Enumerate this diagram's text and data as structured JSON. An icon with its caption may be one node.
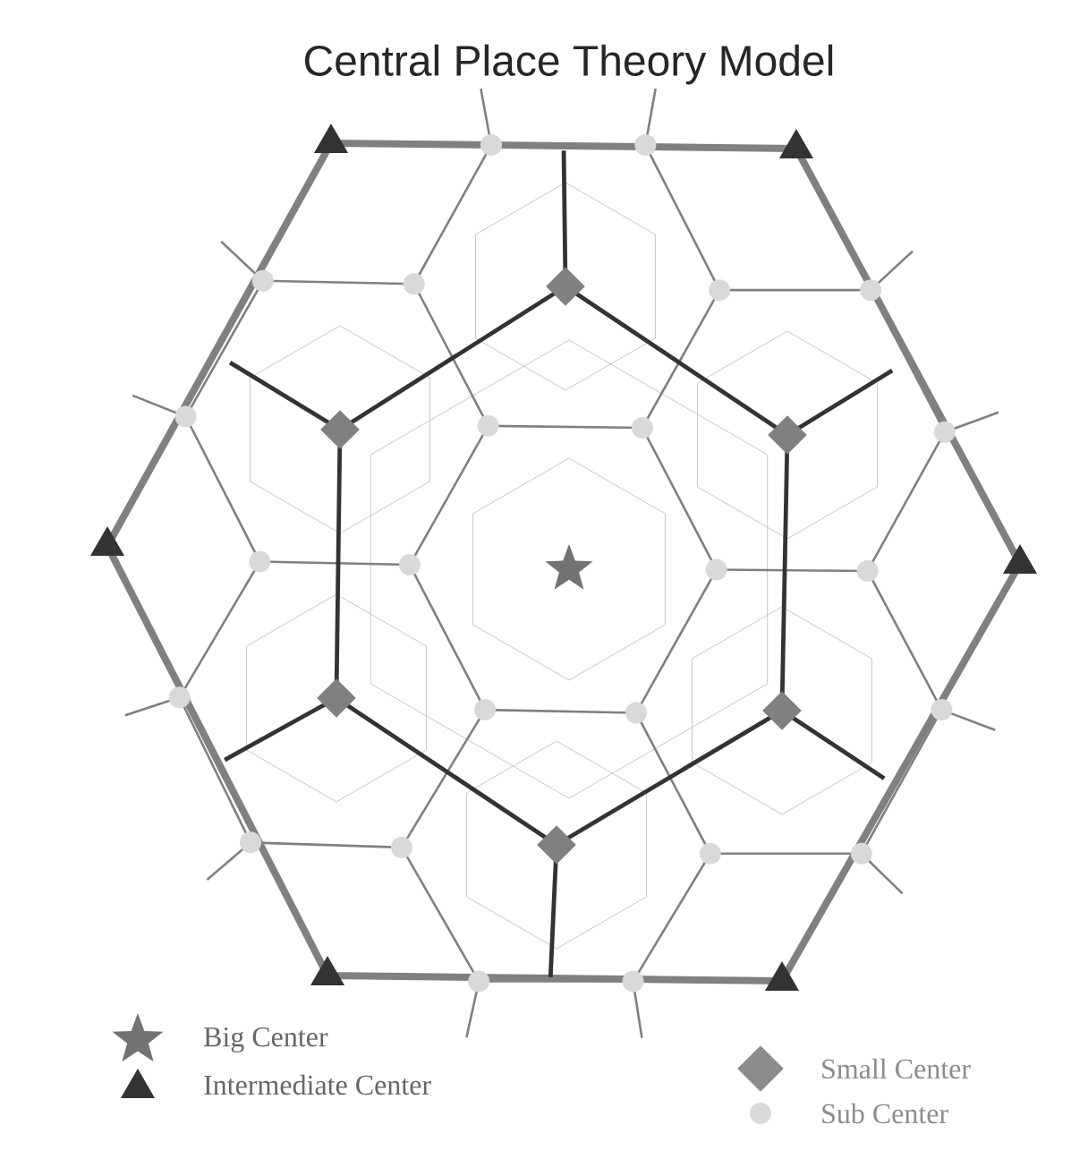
{
  "diagram": {
    "title": "Central Place Theory Model",
    "legend": [
      {
        "text": "Big Center"
      },
      {
        "text": "Intermediate Center"
      },
      {
        "text": "Small Center"
      },
      {
        "text": "Sub Center"
      }
    ]
  }
}
